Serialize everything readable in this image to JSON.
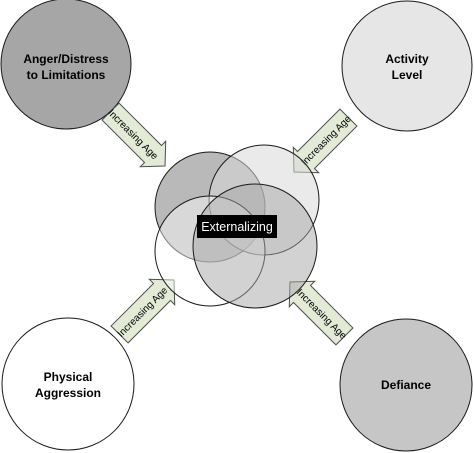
{
  "diagram": {
    "center_label": "Externalizing",
    "arrow_label": "Increasing Age",
    "nodes": {
      "top_left": {
        "line1": "Anger/Distress",
        "line2": "to Limitations",
        "fill": "#a6a6a6"
      },
      "top_right": {
        "line1": "Activity",
        "line2": "Level",
        "fill": "#e6e6e6"
      },
      "bottom_left": {
        "line1": "Physical",
        "line2": "Aggression",
        "fill": "#ffffff"
      },
      "bottom_right": {
        "line1": "Defiance",
        "fill": "#c6c6c6"
      }
    },
    "arrow_fill": "#e3ead6",
    "center_box_fill": "#000000"
  }
}
